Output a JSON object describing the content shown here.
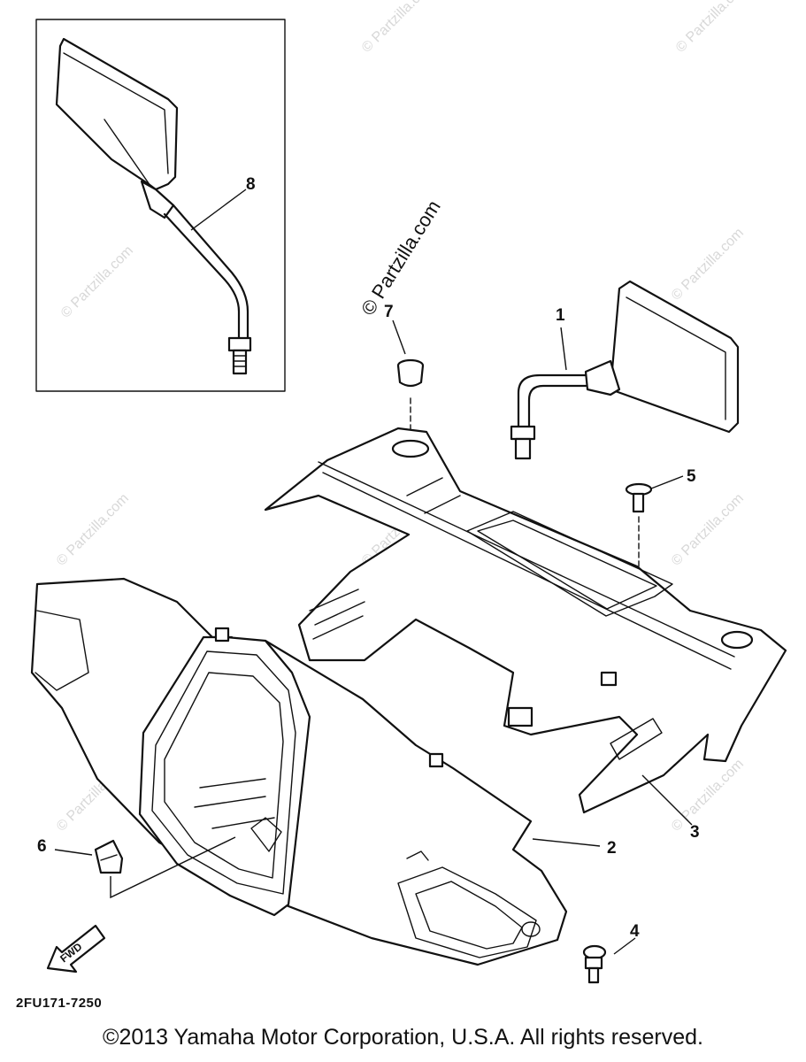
{
  "diagram": {
    "callouts": [
      "1",
      "2",
      "3",
      "4",
      "5",
      "6",
      "7",
      "8"
    ],
    "drawing_code": "2FU171-7250",
    "fwd_label": "FWD",
    "watermark_main": "© Partzilla.com",
    "watermark_repeat": "© Partzilla.com"
  },
  "footer": {
    "copyright": "©2013 Yamaha Motor Corporation, U.S.A. All rights reserved."
  }
}
